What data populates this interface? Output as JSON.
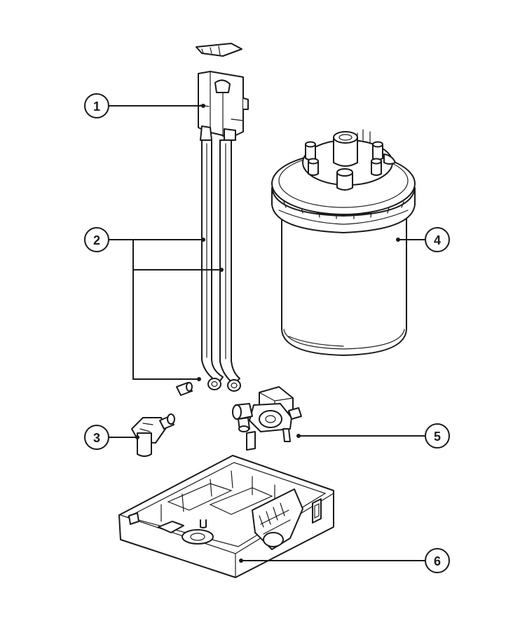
{
  "callouts": [
    {
      "id": "1",
      "label": "1"
    },
    {
      "id": "2",
      "label": "2"
    },
    {
      "id": "3",
      "label": "3"
    },
    {
      "id": "4",
      "label": "4"
    },
    {
      "id": "5",
      "label": "5"
    },
    {
      "id": "6",
      "label": "6"
    }
  ],
  "colors": {
    "line": "#1a1a1a",
    "fill": "#ffffff"
  }
}
